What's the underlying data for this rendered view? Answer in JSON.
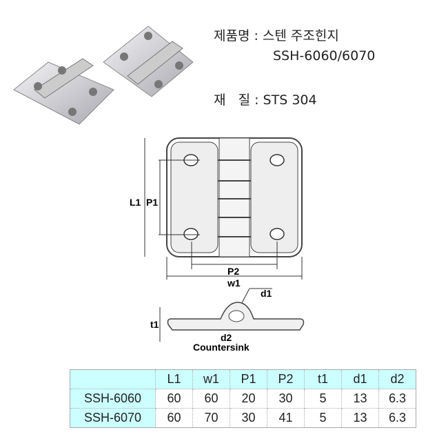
{
  "product": {
    "name_label": "제품명 : 스텐 주조힌지",
    "model": "SSH-6060/6070",
    "material_label": "재   질 : STS 304"
  },
  "diagram": {
    "labels": {
      "L1": "L1",
      "P1": "P1",
      "P2": "P2",
      "w1": "w1",
      "d1": "d1",
      "d2": "d2",
      "t1": "t1",
      "countersink": "Countersink"
    }
  },
  "table": {
    "headers": [
      "",
      "L1",
      "w1",
      "P1",
      "P2",
      "t1",
      "d1",
      "d2"
    ],
    "rows": [
      [
        "SSH-6060",
        "60",
        "60",
        "20",
        "30",
        "5",
        "13",
        "6.3"
      ],
      [
        "SSH-6070",
        "60",
        "70",
        "30",
        "41",
        "5",
        "13",
        "6.3"
      ]
    ]
  }
}
